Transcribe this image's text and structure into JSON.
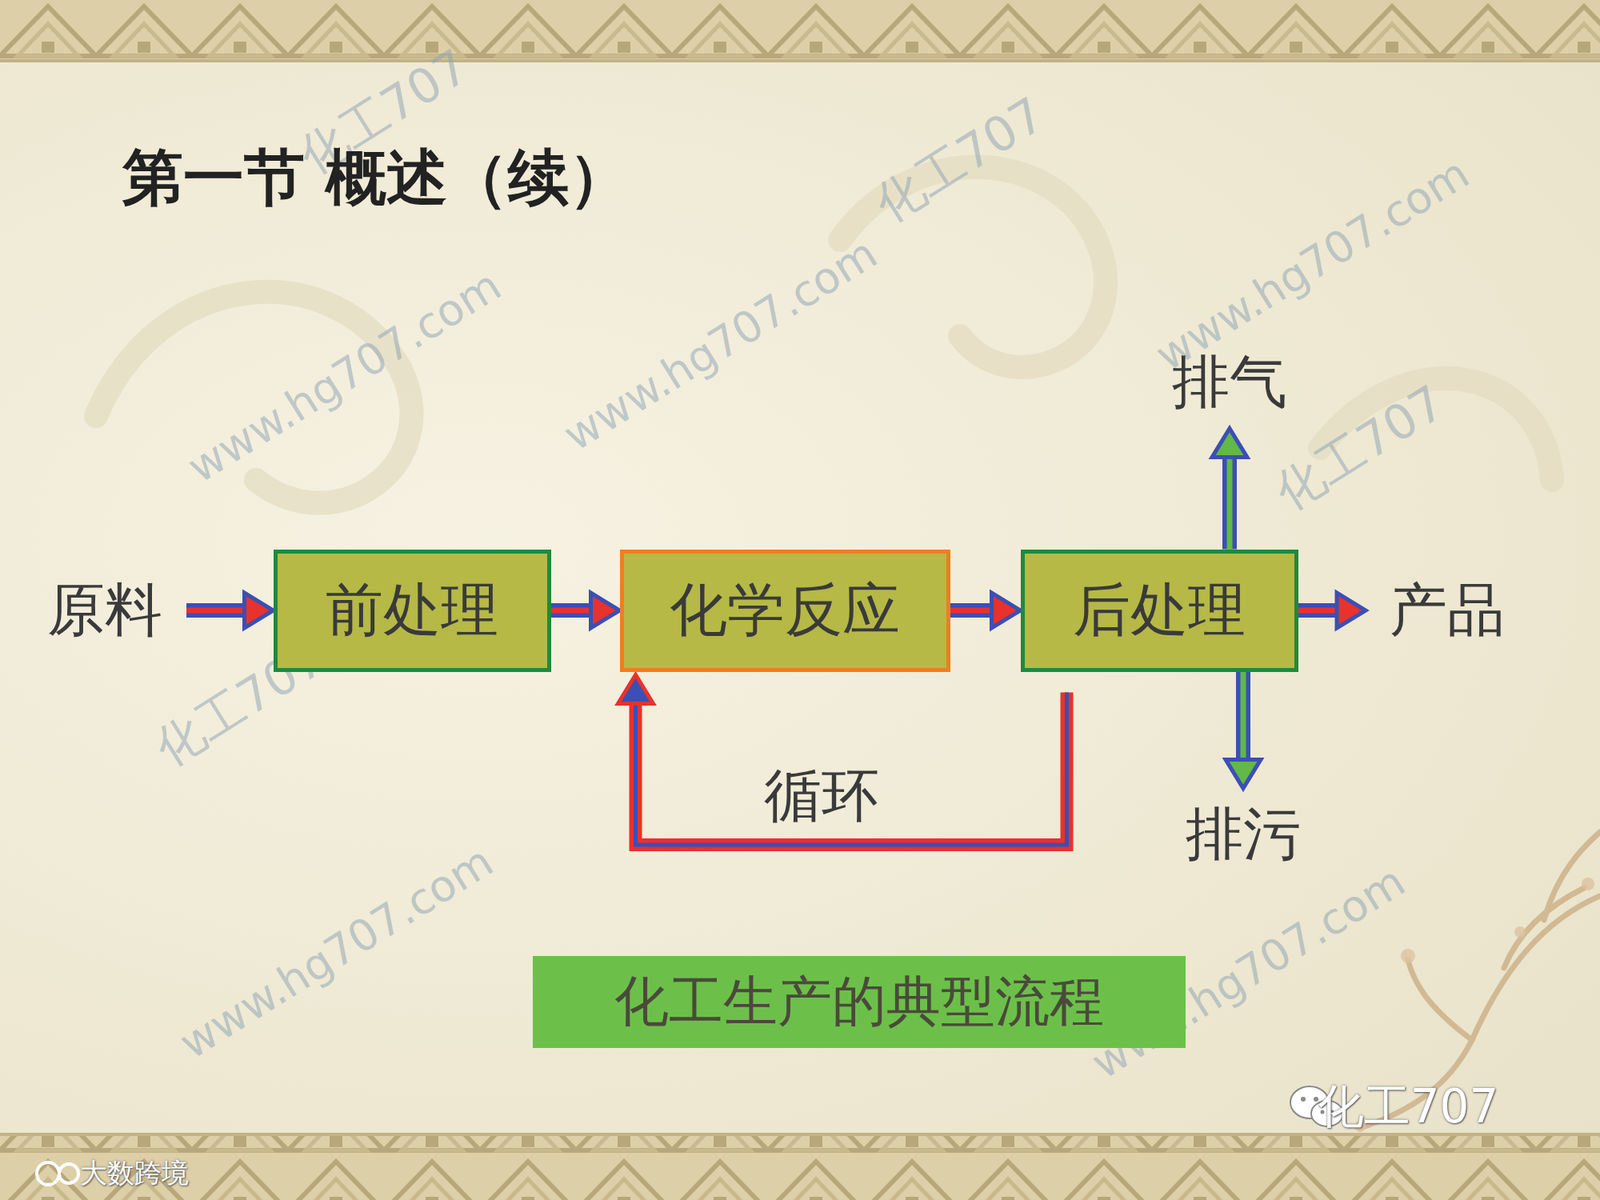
{
  "diagram": {
    "title": "第一节 概述（续）",
    "caption": "化工生产的典型流程",
    "nodes": [
      {
        "text": [
          "原料"
        ]
      },
      {
        "text": [
          "前处理"
        ]
      },
      {
        "text": [
          "化学反应"
        ]
      },
      {
        "text": [
          "后处理"
        ]
      },
      {
        "text": [
          "产品"
        ]
      },
      {
        "text": [
          "排气"
        ]
      },
      {
        "text": [
          "排污"
        ]
      }
    ],
    "edges": [
      {
        "from": 0,
        "to": 1,
        "arrow": "to"
      },
      {
        "from": 1,
        "to": 2,
        "arrow": "to"
      },
      {
        "from": 2,
        "to": 3,
        "arrow": "to"
      },
      {
        "from": 3,
        "to": 4,
        "arrow": "to"
      },
      {
        "from": 3,
        "to": 5,
        "arrow": "to"
      },
      {
        "from": 3,
        "to": 6,
        "arrow": "to"
      },
      {
        "from": 3,
        "to": 2,
        "label": "循环",
        "arrow": "to"
      }
    ],
    "labels": [
      "www.hg707.com",
      "www.hg707.com",
      "www.hg707.com",
      "www.hg707.com",
      "www.hg707.com",
      "化工707",
      "化工707",
      "化工707",
      "化工707",
      "化工707",
      "大数跨境"
    ]
  }
}
